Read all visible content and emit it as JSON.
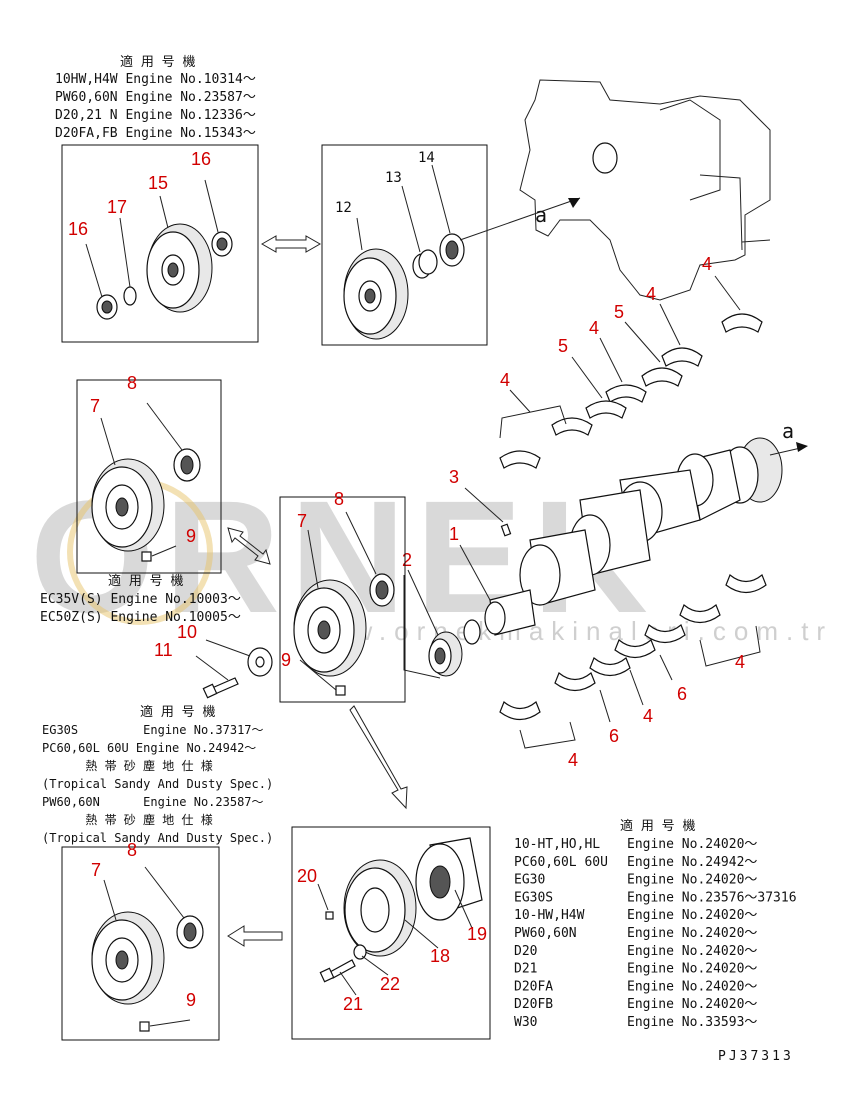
{
  "watermark": {
    "brand": "ORNEK",
    "url": "www.ornekmakinalari.com.tr"
  },
  "header_block": {
    "title": "適 用 号 機",
    "lines": [
      "10HW,H4W Engine No.10314～",
      "PW60,60N Engine No.23587～",
      "D20,21 N Engine No.12336～",
      "D20FA,FB Engine No.15343～"
    ]
  },
  "middle_block": {
    "title": "適 用 号 機",
    "lines": [
      "EC35V(S) Engine No.10003～",
      "EC50Z(S) Engine No.10005～"
    ]
  },
  "lower_block": {
    "title": "適 用 号 機",
    "lines": [
      "EG30S         Engine No.37317～",
      "PC60,60L 60U Engine No.24942～",
      "      熱 帯 砂 塵 地 仕 様",
      "(Tropical Sandy And Dusty Spec.)",
      "PW60,60N      Engine No.23587～",
      "      熱 帯 砂 塵 地 仕 様",
      "(Tropical Sandy And Dusty Spec.)"
    ]
  },
  "right_block": {
    "title": "適 用 号 機",
    "rows": [
      {
        "model": "10-HT,HO,HL",
        "engine": "Engine No.24020～"
      },
      {
        "model": "PC60,60L 60U",
        "engine": "Engine No.24942～"
      },
      {
        "model": "EG30",
        "engine": "Engine No.24020～"
      },
      {
        "model": "EG30S",
        "engine": "Engine No.23576～37316"
      },
      {
        "model": "10-HW,H4W",
        "engine": "Engine No.24020～"
      },
      {
        "model": "PW60,60N",
        "engine": "Engine No.24020～"
      },
      {
        "model": "D20",
        "engine": "Engine No.24020～"
      },
      {
        "model": "D21",
        "engine": "Engine No.24020～"
      },
      {
        "model": "D20FA",
        "engine": "Engine No.24020～"
      },
      {
        "model": "D20FB",
        "engine": "Engine No.24020～"
      },
      {
        "model": "W30",
        "engine": "Engine No.33593～"
      }
    ]
  },
  "drawing_code": "PJ37313",
  "view_marker": "a",
  "callouts": {
    "n1": "1",
    "n2": "2",
    "n3": "3",
    "n4": "4",
    "n5": "5",
    "n6": "6",
    "n7": "7",
    "n8": "8",
    "n9": "9",
    "n10": "10",
    "n11": "11",
    "n12": "12",
    "n13": "13",
    "n14": "14",
    "n15": "15",
    "n16": "16",
    "n17": "17",
    "n18": "18",
    "n19": "19",
    "n20": "20",
    "n21": "21",
    "n22": "22"
  },
  "colors": {
    "callout": "#d10000",
    "line": "#111111",
    "watermark": "#d9d9d9"
  }
}
